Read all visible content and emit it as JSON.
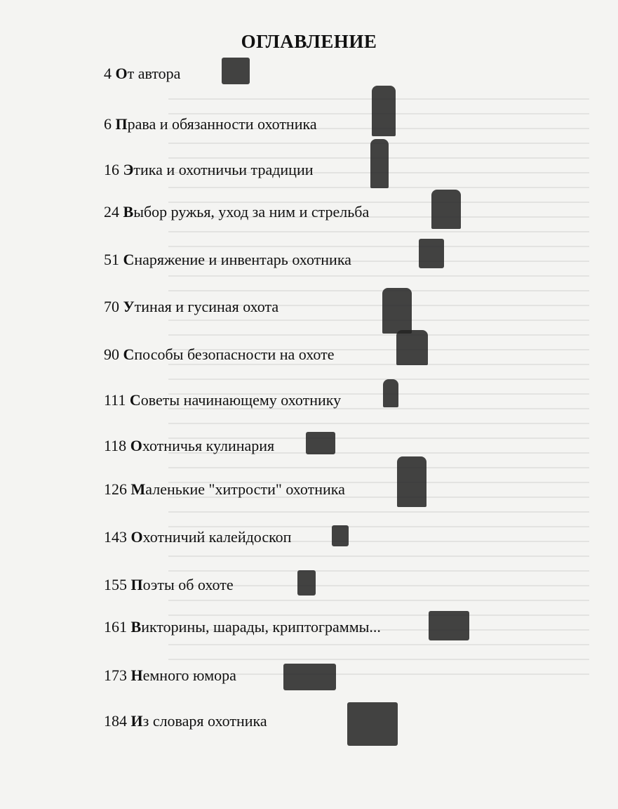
{
  "title": "ОГЛАВЛЕНИЕ",
  "entries": [
    {
      "page": "4",
      "initial": "О",
      "rest": "т автора",
      "icon": "man-reading-book-icon"
    },
    {
      "page": "6",
      "initial": "П",
      "rest": "рава и обязанности охотника",
      "icon": "hunter-with-bird-icon"
    },
    {
      "page": "16",
      "initial": "Э",
      "rest": "тика и охотничьи традиции",
      "icon": "hunter-blowing-horn-icon"
    },
    {
      "page": "24",
      "initial": "В",
      "rest": "ыбор ружья, уход за ним и стрельба",
      "icon": "hunter-with-rifles-icon"
    },
    {
      "page": "51",
      "initial": "С",
      "rest": "наряжение и инвентарь охотника",
      "icon": "gear-bag-icon"
    },
    {
      "page": "70",
      "initial": "У",
      "rest": "тиная и гусиная охота",
      "icon": "hunter-aiming-icon"
    },
    {
      "page": "90",
      "initial": "С",
      "rest": "пособы безопасности на охоте",
      "icon": "falling-hunter-icon"
    },
    {
      "page": "111",
      "initial": "С",
      "rest": "оветы начинающему охотнику",
      "icon": "hunter-sitting-icon"
    },
    {
      "page": "118",
      "initial": "О",
      "rest": "хотничья кулинария",
      "icon": "campfire-grill-icon"
    },
    {
      "page": "126",
      "initial": "М",
      "rest": "аленькие \"хитрости\" охотника",
      "icon": "hunter-with-pole-icon"
    },
    {
      "page": "143",
      "initial": "О",
      "rest": "хотничий калейдоскоп",
      "icon": "man-with-binoculars-icon"
    },
    {
      "page": "155",
      "initial": "П",
      "rest": "оэты об охоте",
      "icon": "quill-scroll-icon"
    },
    {
      "page": "161",
      "initial": "В",
      "rest": "икторины, шарады, криптограммы...",
      "icon": "hunting-dog-icon"
    },
    {
      "page": "173",
      "initial": "Н",
      "rest": "емного юмора",
      "icon": "laughing-face-icon"
    },
    {
      "page": "184",
      "initial": "И",
      "rest": "з словаря охотника",
      "icon": "open-dictionary-icon"
    }
  ]
}
